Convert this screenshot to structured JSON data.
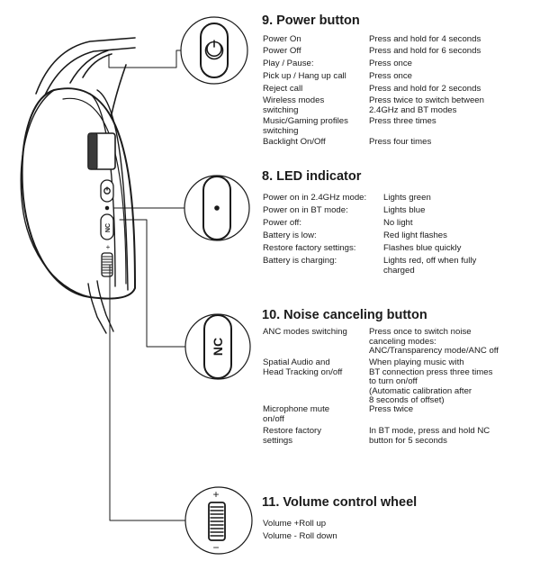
{
  "sections": {
    "power": {
      "title": "9. Power button",
      "rows": [
        {
          "label": "Power On",
          "value": "Press and hold for 4 seconds"
        },
        {
          "label": "Power Off",
          "value": "Press and hold for 6 seconds"
        },
        {
          "label": "Play / Pause:",
          "value": "Press once"
        },
        {
          "label": "Pick up / Hang up call",
          "value": "Press once"
        },
        {
          "label": "Reject call",
          "value": "Press and hold for 2 seconds"
        },
        {
          "label": "Wireless modes\nswitching",
          "value": "Press twice to switch between\n2.4GHz and BT modes"
        },
        {
          "label": "Music/Gaming profiles\nswitching",
          "value": "Press three times"
        },
        {
          "label": "Backlight On/Off",
          "value": "Press four times"
        }
      ]
    },
    "led": {
      "title": "8. LED indicator",
      "rows": [
        {
          "label": "Power on in 2.4GHz mode:",
          "value": "Lights green"
        },
        {
          "label": "Power on in BT mode:",
          "value": "Lights blue"
        },
        {
          "label": "Power off:",
          "value": "No light"
        },
        {
          "label": "Battery is low:",
          "value": "Red light flashes"
        },
        {
          "label": "Restore factory settings:",
          "value": "Flashes blue quickly"
        },
        {
          "label": "Battery is charging:",
          "value": "Lights red, off when fully\ncharged"
        }
      ]
    },
    "noise": {
      "title": "10. Noise canceling button",
      "rows": [
        {
          "label": "ANC modes switching",
          "value": "Press once to switch noise\ncanceling modes:\nANC/Transparency mode/ANC off"
        },
        {
          "label": "Spatial Audio and\nHead Tracking on/off",
          "value": "When playing music with\nBT connection press three times\nto turn on/off\n(Automatic calibration after\n8 seconds of offset)"
        },
        {
          "label": "Microphone mute\non/off",
          "value": "Press twice"
        },
        {
          "label": "Restore factory\nsettings",
          "value": "In BT mode, press and hold NC\nbutton for 5 seconds"
        }
      ]
    },
    "volume": {
      "title": "11. Volume control wheel",
      "rows": [
        {
          "label": "Volume +Roll up"
        },
        {
          "label": "Volume - Roll down"
        }
      ]
    }
  },
  "illustration": {
    "nc_label": "NC",
    "plus_sign": "+",
    "minus_sign": "−"
  }
}
